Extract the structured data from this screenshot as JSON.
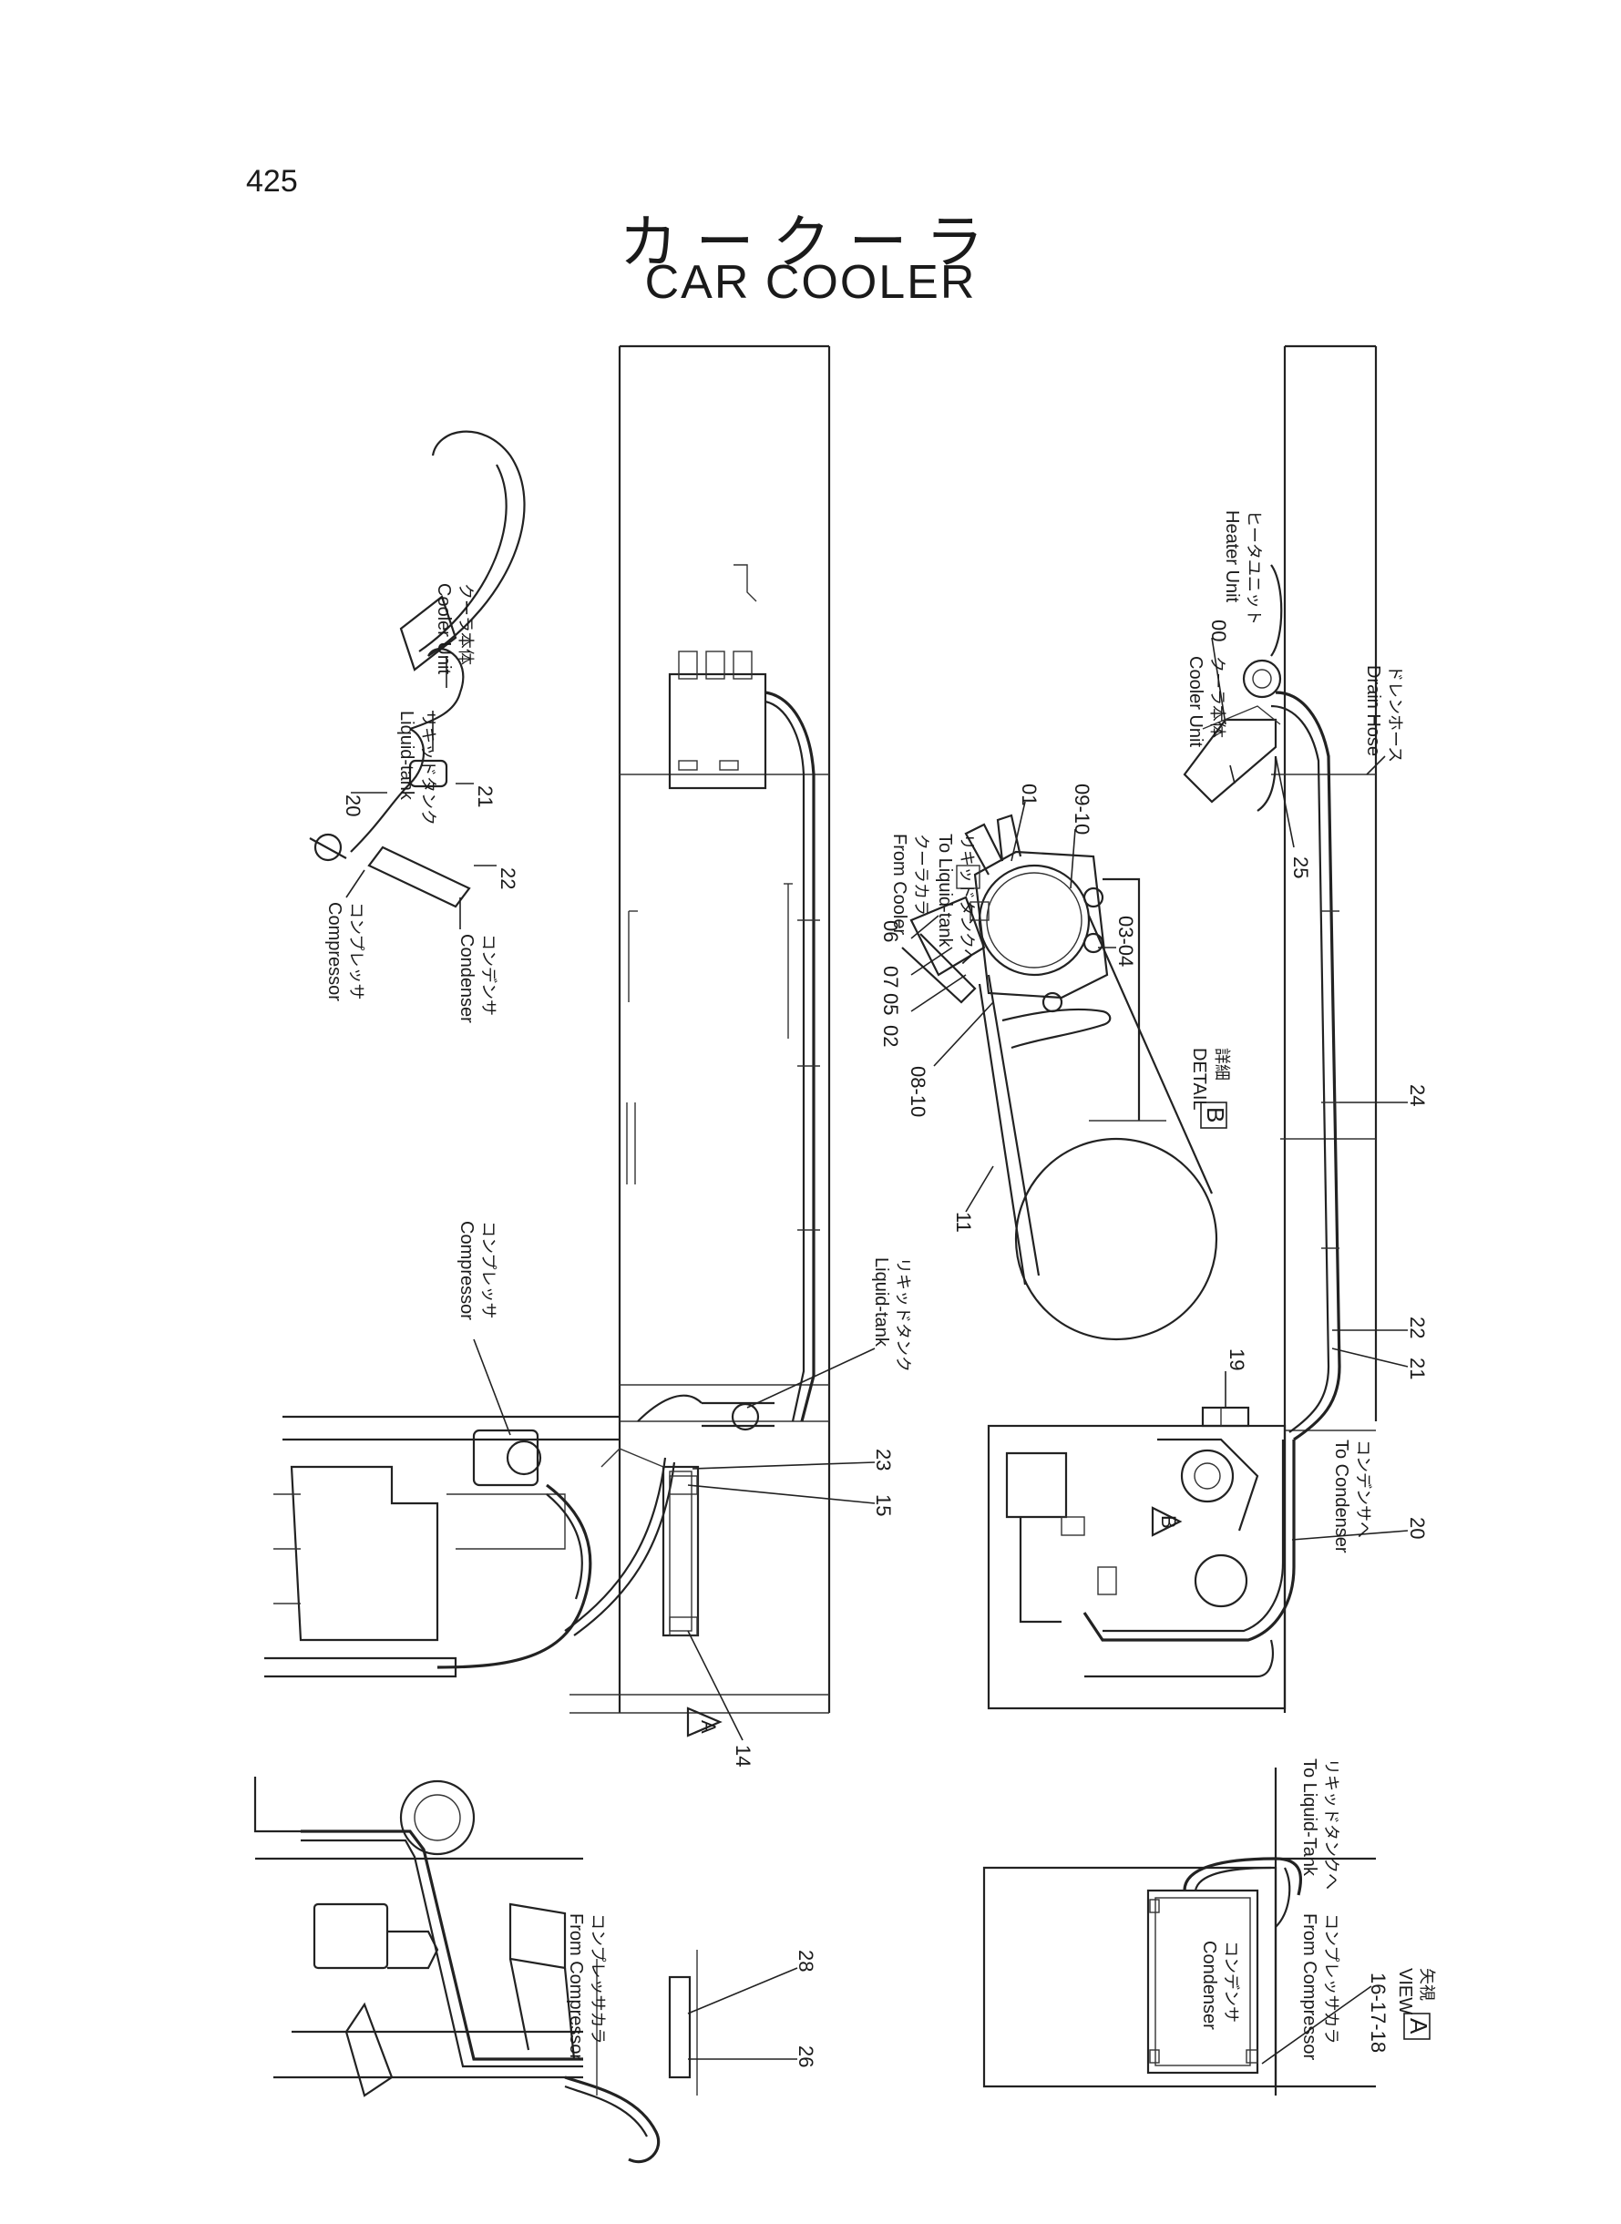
{
  "page_number": "425",
  "title_ja": "カークーラ",
  "title_en": "CAR COOLER",
  "labels": {
    "cooler_unit_ja": "クーラ本体",
    "cooler_unit_en": "Cooler Unit",
    "liquid_tank_ja": "リキッドタンク",
    "liquid_tank_en": "Liquid-tank",
    "compressor_ja": "コンプレッサ",
    "compressor_en": "Compressor",
    "condenser_ja": "コンデンサ",
    "condenser_en": "Condenser",
    "heater_unit_ja": "ヒータユニット",
    "heater_unit_en": "Heater Unit",
    "drain_hose_ja": "ドレンホース",
    "drain_hose_en": "Drain Hose",
    "from_cooler_ja": "クーラカラ",
    "from_cooler_en": "From Cooler",
    "to_liquid_tank_ja": "リキッドタンクへ",
    "to_liquid_tank_en": "To Liquid-tank",
    "to_liquid_tank_cap_en": "To Liquid-Tank",
    "to_condenser_ja": "コンデンサへ",
    "to_condenser_en": "To Condenser",
    "from_compressor_ja": "コンプレッサカラ",
    "from_compressor_en": "From Compressor",
    "detail_ja": "詳細",
    "detail_en": "DETAIL",
    "detail_letter": "B",
    "view_ja": "矢視",
    "view_en": "VIEW",
    "view_letter": "A",
    "marker_a": "A",
    "marker_b": "B"
  },
  "callouts": {
    "c00": "00",
    "c01": "01",
    "c0910": "09-10",
    "c0304": "03-04",
    "c06": "06",
    "c07": "07",
    "c05": "05",
    "c02": "02",
    "c0810": "08-10",
    "c11": "11",
    "c24": "24",
    "c25": "25",
    "c22": "22",
    "c21": "21",
    "c19": "19",
    "c20": "20",
    "c23": "23",
    "c15": "15",
    "c14": "14",
    "c28": "28",
    "c26": "26",
    "c161718": "16-17-18",
    "o20": "20",
    "o21": "21",
    "o22": "22"
  }
}
